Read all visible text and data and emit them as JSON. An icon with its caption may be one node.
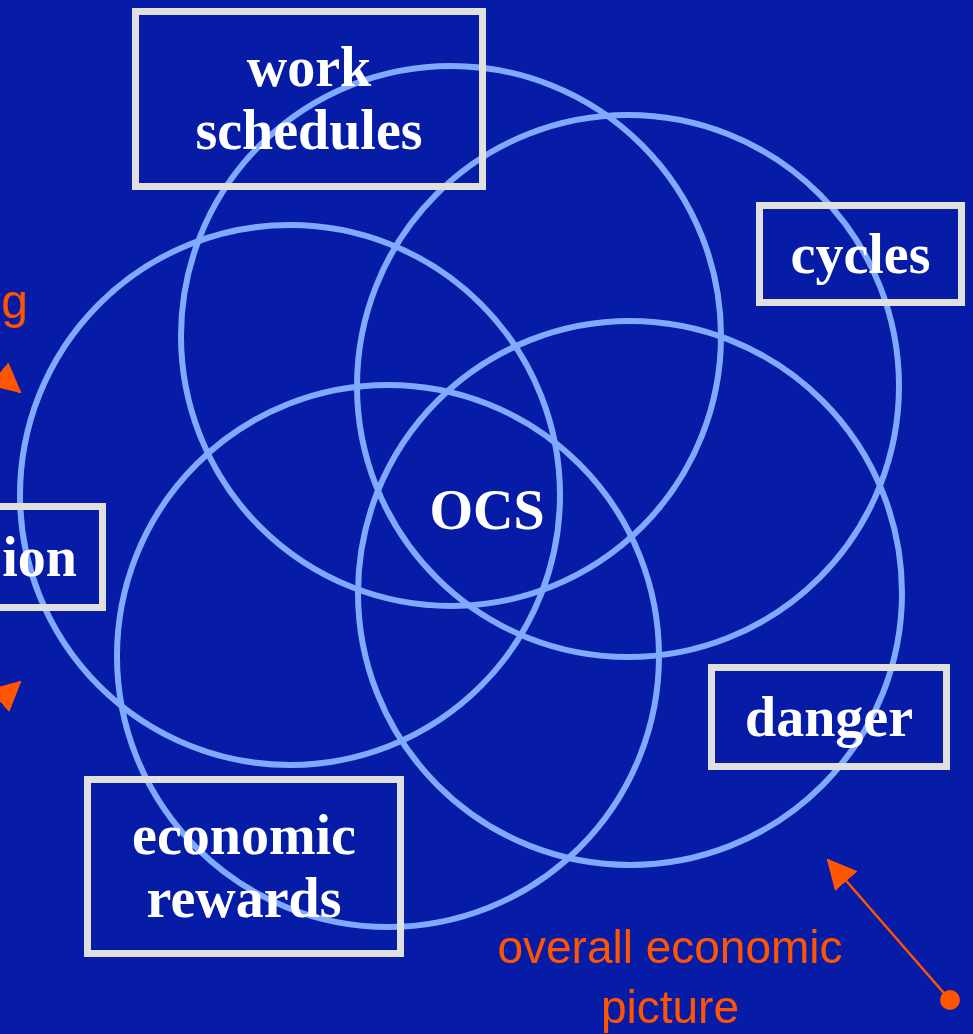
{
  "diagram": {
    "nodes": [
      {
        "text": [
          "work schedules"
        ]
      },
      {
        "text": [
          "cycles"
        ]
      },
      {
        "text": [
          "ion"
        ]
      },
      {
        "text": [
          "danger"
        ]
      },
      {
        "text": [
          "economic rewards"
        ]
      }
    ],
    "labels": [
      "g",
      "OCS",
      "overall economic picture"
    ]
  }
}
